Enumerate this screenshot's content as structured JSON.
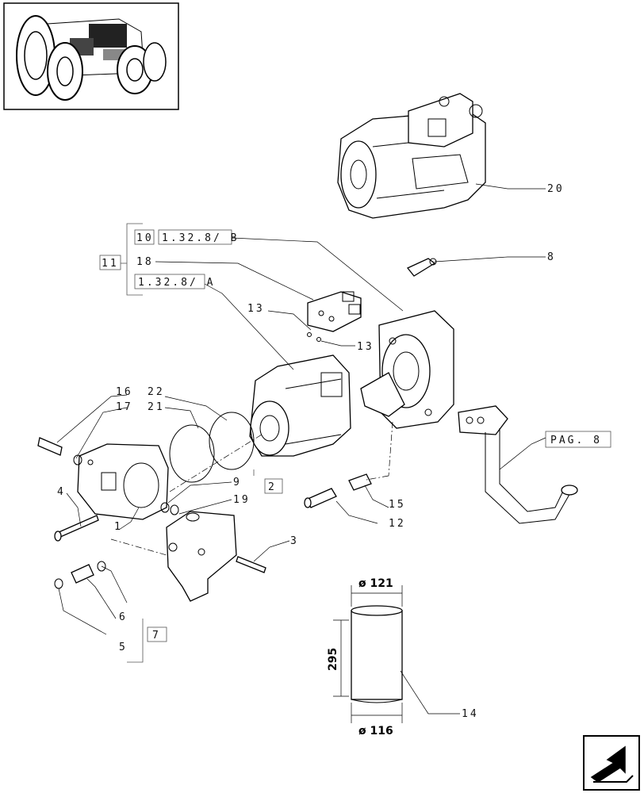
{
  "callouts": {
    "c20": "20",
    "c8": "8",
    "c10": "10",
    "c10ref": "1.32.8/ B",
    "c11": "11",
    "c18": "18",
    "c1328a": "1.32.8/ A",
    "c13a": "13",
    "c13b": "13",
    "c16": "16",
    "c17": "17",
    "c22": "22",
    "c21": "21",
    "c4": "4",
    "c9": "9",
    "c19": "19",
    "c2": "2",
    "c1": "1",
    "c15": "15",
    "c12": "12",
    "c3": "3",
    "c6": "6",
    "c7": "7",
    "c5": "5",
    "c14": "14",
    "pag8": "PAG. 8"
  },
  "dimensions": {
    "top_diameter": "ø 121",
    "bottom_diameter": "ø 116",
    "height": "295"
  },
  "icons": {
    "thumbnail": "tractor-thumbnail-icon",
    "nav": "next-page-arrow-icon"
  }
}
